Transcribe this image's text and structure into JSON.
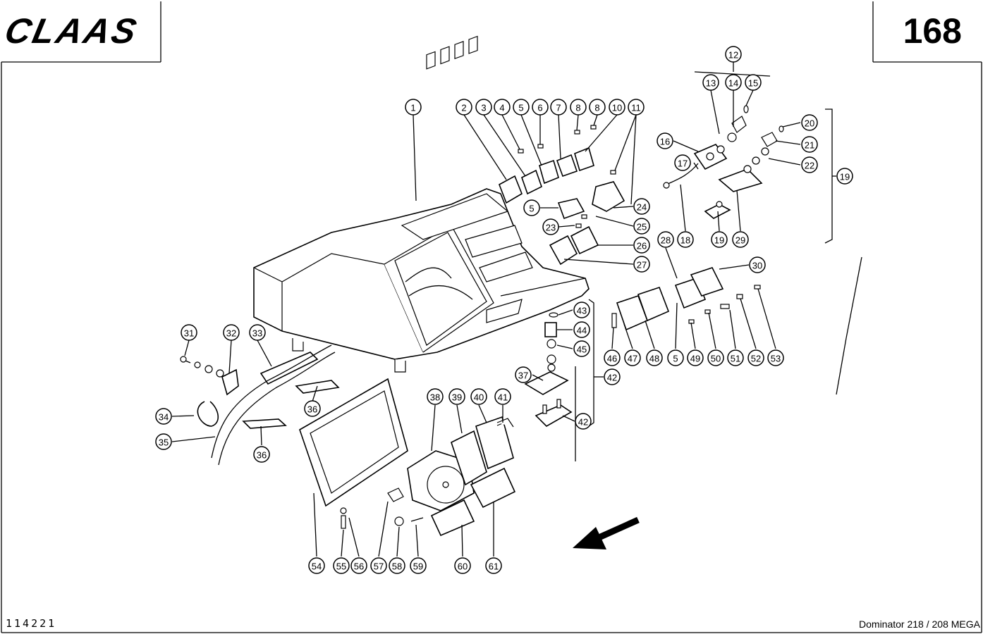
{
  "header": {
    "brand": "CLAAS",
    "page_number": "168"
  },
  "footer": {
    "drawing_number": "114221",
    "model": "Dominator 218 / 208 MEGA"
  },
  "callouts": [
    {
      "id": "c1",
      "label": "1"
    },
    {
      "id": "c2",
      "label": "2"
    },
    {
      "id": "c3",
      "label": "3"
    },
    {
      "id": "c4",
      "label": "4"
    },
    {
      "id": "c5a",
      "label": "5"
    },
    {
      "id": "c6",
      "label": "6"
    },
    {
      "id": "c7",
      "label": "7"
    },
    {
      "id": "c8a",
      "label": "8"
    },
    {
      "id": "c8b",
      "label": "8"
    },
    {
      "id": "c10",
      "label": "10"
    },
    {
      "id": "c11",
      "label": "11"
    },
    {
      "id": "c12",
      "label": "12"
    },
    {
      "id": "c13",
      "label": "13"
    },
    {
      "id": "c14",
      "label": "14"
    },
    {
      "id": "c15",
      "label": "15"
    },
    {
      "id": "c16",
      "label": "16"
    },
    {
      "id": "c17",
      "label": "17"
    },
    {
      "id": "c18",
      "label": "18"
    },
    {
      "id": "c19a",
      "label": "19"
    },
    {
      "id": "c19b",
      "label": "19"
    },
    {
      "id": "c20",
      "label": "20"
    },
    {
      "id": "c21",
      "label": "21"
    },
    {
      "id": "c22",
      "label": "22"
    },
    {
      "id": "c23",
      "label": "23"
    },
    {
      "id": "c24",
      "label": "24"
    },
    {
      "id": "c25",
      "label": "25"
    },
    {
      "id": "c26",
      "label": "26"
    },
    {
      "id": "c27",
      "label": "27"
    },
    {
      "id": "c28",
      "label": "28"
    },
    {
      "id": "c29",
      "label": "29"
    },
    {
      "id": "c30",
      "label": "30"
    },
    {
      "id": "c5b",
      "label": "5"
    },
    {
      "id": "c31",
      "label": "31"
    },
    {
      "id": "c32",
      "label": "32"
    },
    {
      "id": "c33",
      "label": "33"
    },
    {
      "id": "c34",
      "label": "34"
    },
    {
      "id": "c35",
      "label": "35"
    },
    {
      "id": "c36a",
      "label": "36"
    },
    {
      "id": "c36b",
      "label": "36"
    },
    {
      "id": "c37",
      "label": "37"
    },
    {
      "id": "c38",
      "label": "38"
    },
    {
      "id": "c39",
      "label": "39"
    },
    {
      "id": "c40",
      "label": "40"
    },
    {
      "id": "c41",
      "label": "41"
    },
    {
      "id": "c42a",
      "label": "42"
    },
    {
      "id": "c42b",
      "label": "42"
    },
    {
      "id": "c43",
      "label": "43"
    },
    {
      "id": "c44",
      "label": "44"
    },
    {
      "id": "c45",
      "label": "45"
    },
    {
      "id": "c46",
      "label": "46"
    },
    {
      "id": "c47",
      "label": "47"
    },
    {
      "id": "c48",
      "label": "48"
    },
    {
      "id": "c5c",
      "label": "5"
    },
    {
      "id": "c49",
      "label": "49"
    },
    {
      "id": "c50",
      "label": "50"
    },
    {
      "id": "c51",
      "label": "51"
    },
    {
      "id": "c52",
      "label": "52"
    },
    {
      "id": "c53",
      "label": "53"
    },
    {
      "id": "c54",
      "label": "54"
    },
    {
      "id": "c55",
      "label": "55"
    },
    {
      "id": "c56",
      "label": "56"
    },
    {
      "id": "c57",
      "label": "57"
    },
    {
      "id": "c58",
      "label": "58"
    },
    {
      "id": "c59",
      "label": "59"
    },
    {
      "id": "c60",
      "label": "60"
    },
    {
      "id": "c61",
      "label": "61"
    }
  ]
}
